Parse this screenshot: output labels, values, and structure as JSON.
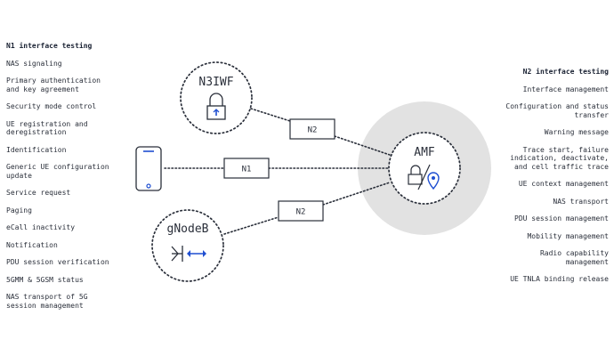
{
  "left": {
    "title": "N1 interface testing",
    "items": [
      "NAS signaling",
      "Primary authentication\nand key agreement",
      "Security mode control",
      "UE registration and\nderegistration",
      "Identification",
      "Generic UE configuration\nupdate",
      "Service request",
      "Paging",
      "eCall inactivity",
      "Notification",
      "PDU session verification",
      "5GMM & 5GSM status",
      "NAS transport of 5G\nsession management"
    ]
  },
  "right": {
    "title": "N2 interface testing",
    "items": [
      "Interface management",
      "Configuration and status\ntransfer",
      "Warning message",
      "Trace start, failure\nindication, deactivate,\nand cell traffic trace",
      "UE context management",
      "NAS transport",
      "PDU session management",
      "Mobility management",
      "Radio capability\nmanagement",
      "UE TNLA binding release"
    ]
  },
  "diagram": {
    "n3iwf_label": "N3IWF",
    "gnodeb_label": "gNodeB",
    "amf_label": "AMF",
    "link_n2_top": "N2",
    "link_n1": "N1",
    "link_n2_bottom": "N2"
  },
  "icons": {
    "phone": "smartphone-icon",
    "lock": "padlock-icon",
    "location": "location-pin-icon",
    "antenna": "antenna-icon"
  },
  "colors": {
    "text": "#2a2f3a",
    "amf_halo": "#e2e2e2",
    "accent_blue": "#1f4fd1"
  }
}
